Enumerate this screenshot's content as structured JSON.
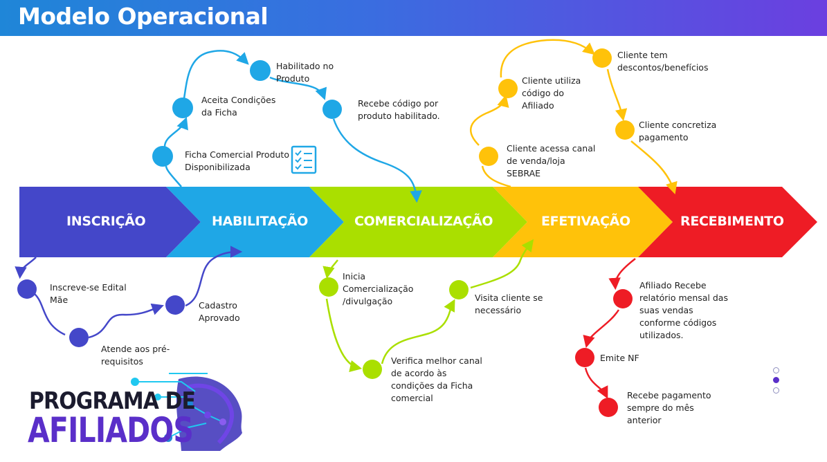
{
  "header": {
    "title": "Modelo Operacional"
  },
  "stages": [
    {
      "label": "INSCRIÇÃO",
      "color": "#4447c9"
    },
    {
      "label": "HABILITAÇÃO",
      "color": "#1fa7e6"
    },
    {
      "label": "COMERCIALIZAÇÃO",
      "color": "#aadf00"
    },
    {
      "label": "EFETIVAÇÃO",
      "color": "#ffc20a"
    },
    {
      "label": "RECEBIMENTO",
      "color": "#ee1c25"
    }
  ],
  "steps": {
    "inscricao": [
      "Inscreve-se Edital Mãe",
      "Atende aos pré-requisitos",
      "Cadastro Aprovado"
    ],
    "habilitacao": [
      "Ficha Comercial Produto Disponibilizada",
      "Aceita Condições da Ficha",
      "Habilitado no Produto",
      "Recebe código por produto habilitado."
    ],
    "comercializacao": [
      "Inicia Comercialização /divulgação",
      "Verifica melhor canal de acordo às condições da Ficha comercial",
      "Visita cliente se necessário"
    ],
    "efetivacao": [
      "Cliente acessa canal de venda/loja SEBRAE",
      "Cliente utiliza código do Afiliado",
      "Cliente tem descontos/benefícios",
      "Cliente concretiza pagamento"
    ],
    "recebimento": [
      "Afiliado Recebe relatório mensal das suas vendas conforme códigos utilizados.",
      "Emite NF",
      "Recebe pagamento sempre do mês anterior"
    ]
  },
  "logo": {
    "line1": "PROGRAMA DE",
    "line2": "AFILIADOS"
  },
  "pager": {
    "total": 3,
    "active": 2
  }
}
